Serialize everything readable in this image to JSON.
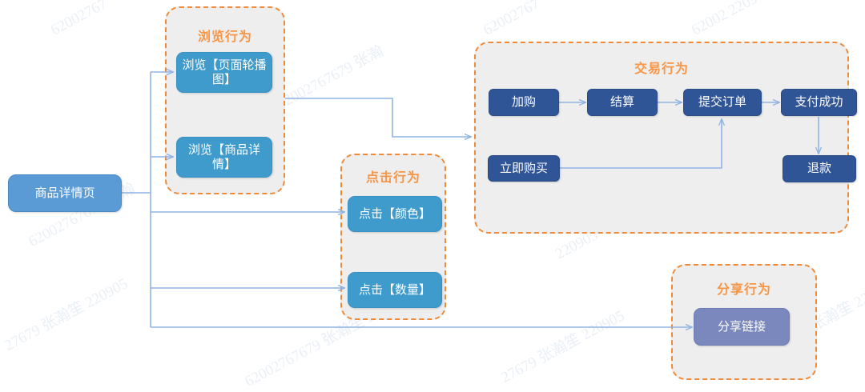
{
  "diagram": {
    "title_root": "商品详情页",
    "groups": [
      {
        "id": "browse",
        "title": "浏览行为"
      },
      {
        "id": "click",
        "title": "点击行为"
      },
      {
        "id": "trade",
        "title": "交易行为"
      },
      {
        "id": "share",
        "title": "分享行为"
      }
    ],
    "nodes": {
      "root": "商品详情页",
      "browse_carousel": "浏览【页面轮播图】",
      "browse_detail": "浏览【商品详情】",
      "click_color": "点击【颜色】",
      "click_quantity": "点击【数量】",
      "trade_add_cart": "加购",
      "trade_settle": "结算",
      "trade_submit_order": "提交订单",
      "trade_pay_success": "支付成功",
      "trade_buy_now": "立即购买",
      "trade_refund": "退款",
      "share_link": "分享链接"
    },
    "colors": {
      "root": "#5B9BD5",
      "browse": "#3F9BCC",
      "click": "#3F9BCC",
      "trade": "#2F5597",
      "share": "#7B88BE",
      "group_border": "#ED8B3C",
      "group_fill": "#EEEEEE",
      "group_title": "#F79646",
      "connector": "#8FB4E3"
    },
    "watermarks": [
      "62002767",
      "27679 张瀚笙 220905",
      "62002767679 张瀚",
      "62002767",
      "220905",
      "62002767679 张瀚笙 220905",
      "27679 张瀚笙 2209",
      "62002 22090"
    ]
  }
}
